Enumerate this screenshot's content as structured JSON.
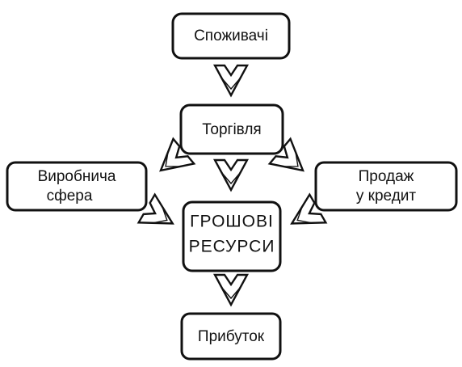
{
  "nodes": {
    "consumers": {
      "label": "Споживачі"
    },
    "trade": {
      "label": "Торгівля"
    },
    "production": {
      "line1": "Виробнича",
      "line2": "сфера"
    },
    "credit_sales": {
      "line1": "Продаж",
      "line2": "у кредит"
    },
    "monetary_resources": {
      "line1": "ГРОШОВІ",
      "line2": "РЕСУРСИ"
    },
    "profit": {
      "label": "Прибуток"
    }
  },
  "edges": [
    {
      "from": "consumers",
      "to": "trade"
    },
    {
      "from": "trade",
      "to": "production"
    },
    {
      "from": "trade",
      "to": "credit_sales"
    },
    {
      "from": "trade",
      "to": "monetary_resources"
    },
    {
      "from": "production",
      "to": "monetary_resources"
    },
    {
      "from": "credit_sales",
      "to": "monetary_resources"
    },
    {
      "from": "monetary_resources",
      "to": "profit"
    }
  ]
}
